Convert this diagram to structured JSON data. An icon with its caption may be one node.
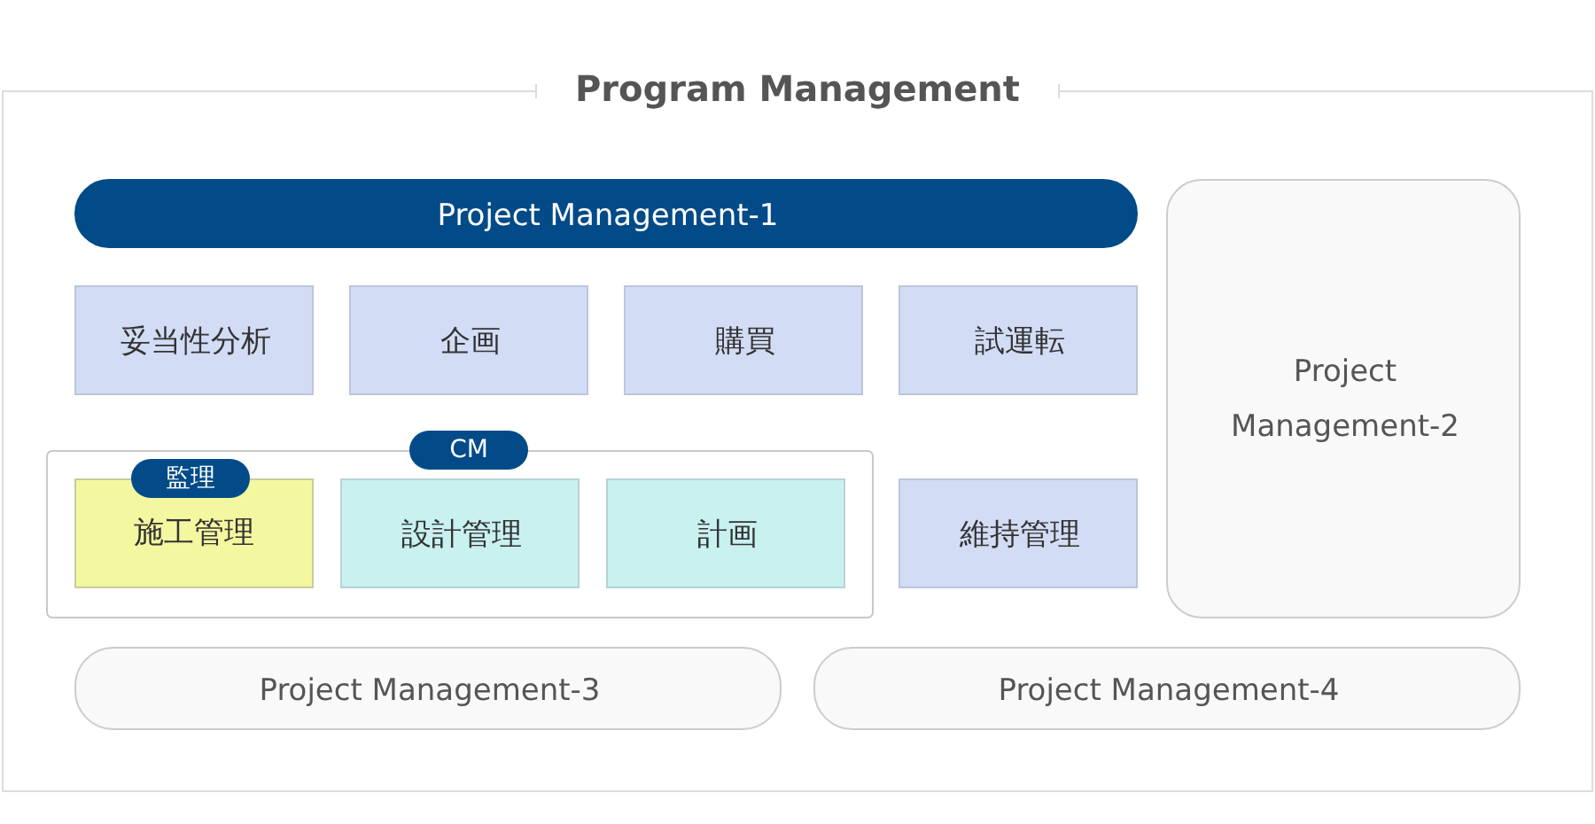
{
  "diagram": {
    "nodes": [
      {
        "text": [
          "Program Management"
        ]
      },
      {
        "text": [
          "Project Management-1"
        ],
        "in": 0
      },
      {
        "text": [
          "Project Management-2"
        ],
        "in": 0
      },
      {
        "text": [
          "妥当性分析"
        ],
        "in": 0
      },
      {
        "text": [
          "企画"
        ],
        "in": 0
      },
      {
        "text": [
          "購買"
        ],
        "in": 0
      },
      {
        "text": [
          "試運転"
        ],
        "in": 0
      },
      {
        "text": [
          "CM"
        ],
        "in": 0
      },
      {
        "text": [
          "監理",
          "施工管理"
        ],
        "in": 7
      },
      {
        "text": [
          "設計管理"
        ],
        "in": 7
      },
      {
        "text": [
          "計画"
        ],
        "in": 7
      },
      {
        "text": [
          "維持管理"
        ],
        "in": 0
      },
      {
        "text": [
          "Project Management-3"
        ],
        "in": 0
      },
      {
        "text": [
          "Project Management-4"
        ],
        "in": 0
      }
    ]
  }
}
